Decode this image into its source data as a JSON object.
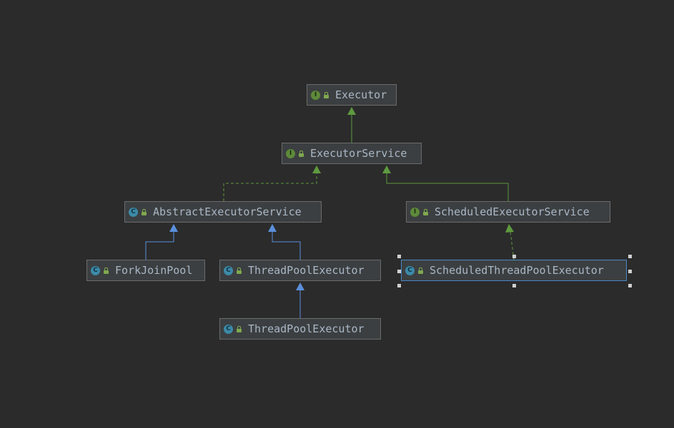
{
  "colors": {
    "background": "#2b2b2b",
    "node_fill": "#3c3f41",
    "node_border": "#6b6b6b",
    "selected_border": "#4a88c7",
    "interface_inheritance_edge": "#5e9a3f",
    "class_inheritance_edge": "#5a8fdc",
    "label_text": "#a9b7c6"
  },
  "nodes": [
    {
      "id": "executor",
      "label": "Executor",
      "kind": "interface",
      "kind_glyph": "I",
      "visibility_icon": "public-lock-icon"
    },
    {
      "id": "executor-service",
      "label": "ExecutorService",
      "kind": "interface",
      "kind_glyph": "I",
      "visibility_icon": "public-lock-icon"
    },
    {
      "id": "abstract-executor-service",
      "label": "AbstractExecutorService",
      "kind": "abstract-class",
      "kind_glyph": "C",
      "visibility_icon": "public-lock-icon"
    },
    {
      "id": "scheduled-executor-service",
      "label": "ScheduledExecutorService",
      "kind": "interface",
      "kind_glyph": "I",
      "visibility_icon": "public-lock-icon"
    },
    {
      "id": "fork-join-pool",
      "label": "ForkJoinPool",
      "kind": "class",
      "kind_glyph": "C",
      "visibility_icon": "public-lock-icon"
    },
    {
      "id": "thread-pool-executor-1",
      "label": "ThreadPoolExecutor",
      "kind": "class",
      "kind_glyph": "C",
      "visibility_icon": "public-lock-icon"
    },
    {
      "id": "scheduled-thread-pool-executor",
      "label": "ScheduledThreadPoolExecutor",
      "kind": "class",
      "kind_glyph": "C",
      "visibility_icon": "public-lock-icon",
      "selected": true
    },
    {
      "id": "thread-pool-executor-2",
      "label": "ThreadPoolExecutor",
      "kind": "class",
      "kind_glyph": "C",
      "visibility_icon": "public-lock-icon"
    }
  ],
  "edges": [
    {
      "from": "executor-service",
      "to": "executor",
      "type": "interface-extends",
      "style": "solid"
    },
    {
      "from": "abstract-executor-service",
      "to": "executor-service",
      "type": "implements",
      "style": "dashed"
    },
    {
      "from": "scheduled-executor-service",
      "to": "executor-service",
      "type": "interface-extends",
      "style": "solid"
    },
    {
      "from": "fork-join-pool",
      "to": "abstract-executor-service",
      "type": "extends",
      "style": "solid"
    },
    {
      "from": "thread-pool-executor-1",
      "to": "abstract-executor-service",
      "type": "extends",
      "style": "solid"
    },
    {
      "from": "scheduled-thread-pool-executor",
      "to": "scheduled-executor-service",
      "type": "implements",
      "style": "dashed"
    },
    {
      "from": "thread-pool-executor-2",
      "to": "thread-pool-executor-1",
      "type": "extends",
      "style": "solid"
    }
  ]
}
